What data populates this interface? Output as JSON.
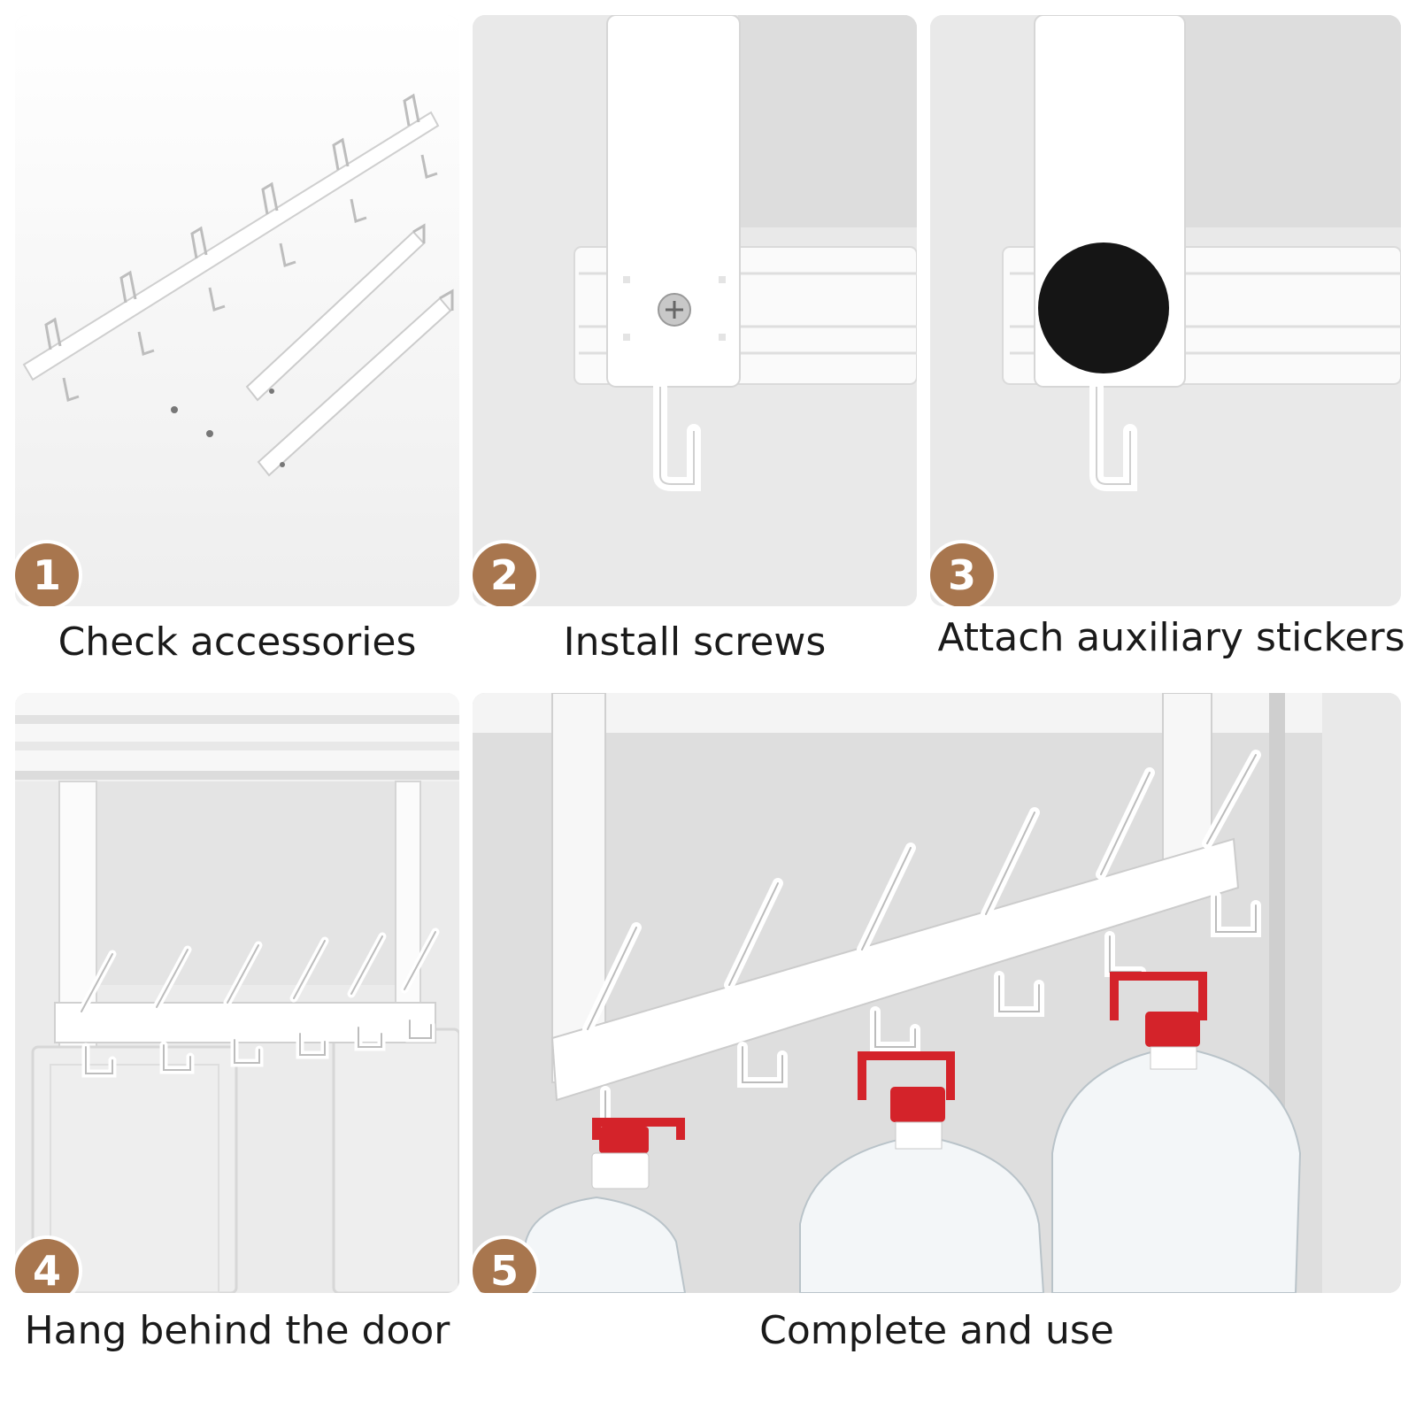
{
  "steps": [
    {
      "number": "1",
      "caption": "Check accessories"
    },
    {
      "number": "2",
      "caption": "Install screws"
    },
    {
      "number": "3",
      "caption": "Attach auxiliary stickers"
    },
    {
      "number": "4",
      "caption": "Hang behind the door"
    },
    {
      "number": "5",
      "caption": "Complete and use"
    }
  ],
  "colors": {
    "badge": "#a8764e",
    "panel_bg": "#eeeeee",
    "cap_red": "#d4232a",
    "felt_pad": "#151515"
  },
  "icons": [
    "hook-rack",
    "screw",
    "felt-pad",
    "water-bottle"
  ]
}
